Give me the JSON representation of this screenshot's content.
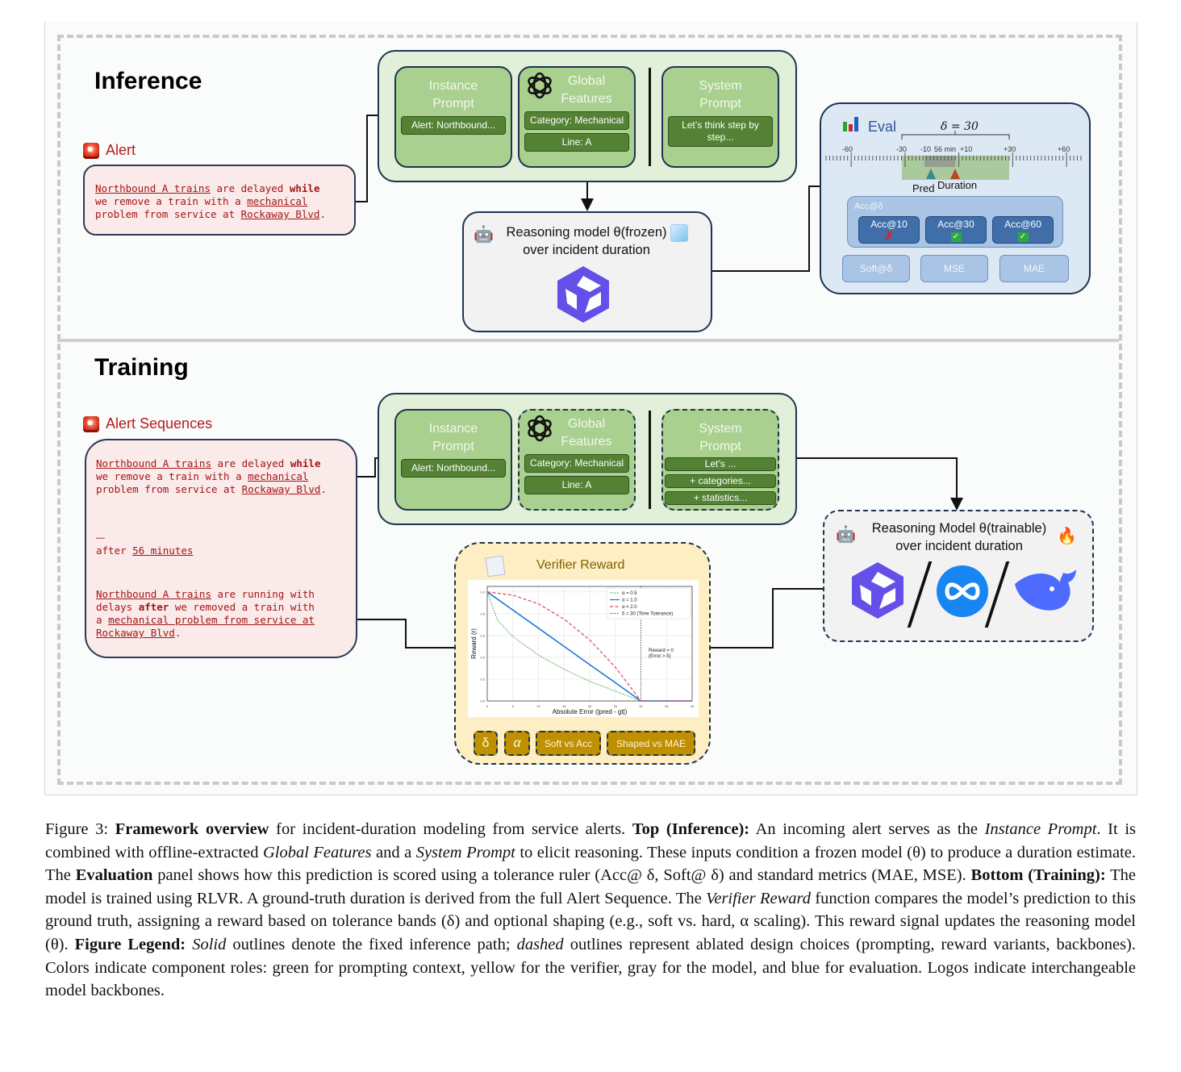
{
  "sections": {
    "inference_title": "Inference",
    "training_title": "Training"
  },
  "inference": {
    "alert": {
      "label": "Alert",
      "lines": [
        [
          {
            "t": "Northbound A trains",
            "u": true
          },
          {
            "t": " are delayed "
          },
          {
            "t": "while",
            "b": true
          }
        ],
        [
          {
            "t": "we remove a train with a "
          },
          {
            "t": "mechanical",
            "u": true
          }
        ],
        [
          {
            "t": "problem from service at "
          },
          {
            "t": "Rockaway Blvd",
            "u": true
          },
          {
            "t": "."
          }
        ]
      ]
    },
    "prompts": {
      "instance": {
        "title_line1": "Instance",
        "title_line2": "Prompt",
        "chips": [
          "Alert: Northbound..."
        ]
      },
      "global": {
        "title_line1": "Global",
        "title_line2": "Features",
        "chips": [
          "Category: Mechanical",
          "Line: A"
        ]
      },
      "system": {
        "title_line1": "System",
        "title_line2": "Prompt",
        "chips": [
          "Let’s think step by step..."
        ]
      }
    },
    "model": {
      "title_line1": "Reasoning model θ(frozen)",
      "title_line2": "over incident duration",
      "icons": [
        "robot-icon",
        "ice-cube-icon",
        "qwen-logo-icon"
      ]
    },
    "eval": {
      "title": "Eval",
      "delta_label": "δ = 30",
      "ruler_ticks": [
        "-60",
        "-30",
        "-10",
        "56 min",
        "+10",
        "+30",
        "+60"
      ],
      "pred_label": "Pred",
      "duration_label": "Duration",
      "acc_group_label": "Acc@δ",
      "acc_items": [
        {
          "label": "Acc@10",
          "status": "✗",
          "pass": false
        },
        {
          "label": "Acc@30",
          "status": "✓",
          "pass": true
        },
        {
          "label": "Acc@60",
          "status": "✓",
          "pass": true
        }
      ],
      "metrics": [
        "Soft@δ",
        "MSE",
        "MAE"
      ]
    }
  },
  "training": {
    "alert": {
      "label": "Alert Sequences",
      "block1": [
        [
          {
            "t": "Northbound A trains",
            "u": true
          },
          {
            "t": " are delayed "
          },
          {
            "t": "while",
            "b": true
          }
        ],
        [
          {
            "t": "we remove a train with a "
          },
          {
            "t": "mechanical",
            "u": true
          }
        ],
        [
          {
            "t": "problem from service at "
          },
          {
            "t": "Rockaway Blvd",
            "u": true
          },
          {
            "t": "."
          }
        ]
      ],
      "ellipsis": "……",
      "block2": [
        [
          {
            "t": "after "
          },
          {
            "t": "56 minutes",
            "u": true
          }
        ]
      ],
      "block3": [
        [
          {
            "t": "Northbound A trains",
            "u": true
          },
          {
            "t": " are running with"
          }
        ],
        [
          {
            "t": "delays "
          },
          {
            "t": "after",
            "b": true
          },
          {
            "t": " we removed a train with"
          }
        ],
        [
          {
            "t": "a "
          },
          {
            "t": "mechanical problem from service at",
            "u": true
          }
        ],
        [
          {
            "t": "Rockaway Blvd",
            "u": true
          },
          {
            "t": "."
          }
        ]
      ]
    },
    "prompts": {
      "instance": {
        "title_line1": "Instance",
        "title_line2": "Prompt",
        "chips": [
          "Alert: Northbound..."
        ]
      },
      "global": {
        "title_line1": "Global",
        "title_line2": "Features",
        "chips": [
          "Category: Mechanical",
          "Line: A"
        ]
      },
      "system": {
        "title_line1": "System",
        "title_line2": "Prompt",
        "chips": [
          "Let’s ...",
          "+ categories...",
          "+ statistics..."
        ]
      }
    },
    "verifier": {
      "title": "Verifier Reward",
      "buttons": [
        "δ",
        "α",
        "Soft vs Acc",
        "Shaped vs MAE"
      ]
    },
    "model": {
      "title_line1": "Reasoning Model θ(trainable)",
      "title_line2": "over incident duration",
      "backbones": [
        "qwen-logo-icon",
        "meta-logo-icon",
        "deepseek-logo-icon"
      ]
    }
  },
  "chart_data": {
    "type": "line",
    "title": "",
    "xlabel": "Absolute Error (|pred - gt|)",
    "ylabel": "Reward (r)",
    "xlim": [
      0,
      40
    ],
    "ylim": [
      0,
      1.05
    ],
    "xticks": [
      "0",
      "5",
      "10",
      "15",
      "20",
      "25",
      "30",
      "35",
      "40"
    ],
    "yticks": [
      "0.0",
      "0.2",
      "0.4",
      "0.6",
      "0.8",
      "1.0"
    ],
    "grid": true,
    "legend_position": "top-right",
    "series": [
      {
        "name": "α = 0.5",
        "style": "dotted",
        "color": "#4caf50",
        "x": [
          0,
          2,
          5,
          10,
          15,
          20,
          25,
          30,
          40
        ],
        "y": [
          1.0,
          0.74,
          0.59,
          0.42,
          0.29,
          0.18,
          0.09,
          0.0,
          0.0
        ]
      },
      {
        "name": "α = 1.0",
        "style": "solid",
        "color": "#1f77d4",
        "x": [
          0,
          5,
          10,
          15,
          20,
          25,
          30,
          40
        ],
        "y": [
          1.0,
          0.833,
          0.667,
          0.5,
          0.333,
          0.167,
          0.0,
          0.0
        ]
      },
      {
        "name": "α = 2.0",
        "style": "dashed",
        "color": "#e0435e",
        "x": [
          0,
          5,
          10,
          15,
          20,
          25,
          30,
          40
        ],
        "y": [
          1.0,
          0.97,
          0.89,
          0.75,
          0.56,
          0.31,
          0.0,
          0.0
        ]
      }
    ],
    "vline": {
      "name": "δ = 30 (Time Tolerance)",
      "x": 30,
      "style": "dotted",
      "color": "#666666"
    },
    "annotation": {
      "line1": "Reward = 0",
      "line2": "(Error > δ)",
      "x": 31.5,
      "y": 0.45
    }
  },
  "caption": {
    "figure_label": "Figure 3:",
    "bold_lead": "Framework overview",
    "text1": " for incident-duration modeling from service alerts. ",
    "top_bold": "Top (Inference):",
    "text2": " An incoming alert serves as the ",
    "i_instance": "Instance Prompt",
    "text3": ". It is combined with offline-extracted ",
    "i_global": "Global Features",
    "text4": " and a ",
    "i_system": "System Prompt",
    "text5": " to elicit reasoning. These inputs condition a frozen model (θ) to produce a duration estimate. The ",
    "b_eval": "Evaluation",
    "text6": " panel shows how this prediction is scored using a tolerance ruler (Acc@ δ, Soft@ δ) and standard metrics (MAE, MSE). ",
    "bottom_bold": "Bottom (Training):",
    "text7": " The model is trained using RLVR. A ground-truth duration is derived from the full Alert Sequence. The ",
    "i_verifier": "Verifier Reward",
    "text8": " function compares the model’s prediction to this ground truth, assigning a reward based on tolerance bands (δ) and optional shaping (e.g., soft vs. hard, α scaling). This reward signal updates the reasoning model (θ). ",
    "legend_bold": "Figure Legend:",
    "text9": " ",
    "i_solid": "Solid",
    "text10": " outlines denote the fixed inference path; ",
    "i_dashed": "dashed",
    "text11": " outlines represent ablated design choices (prompting, reward variants, backbones). Colors indicate component roles: green for prompting context, yellow for the verifier, gray for the model, and blue for evaluation. Logos indicate interchangeable model backbones."
  }
}
